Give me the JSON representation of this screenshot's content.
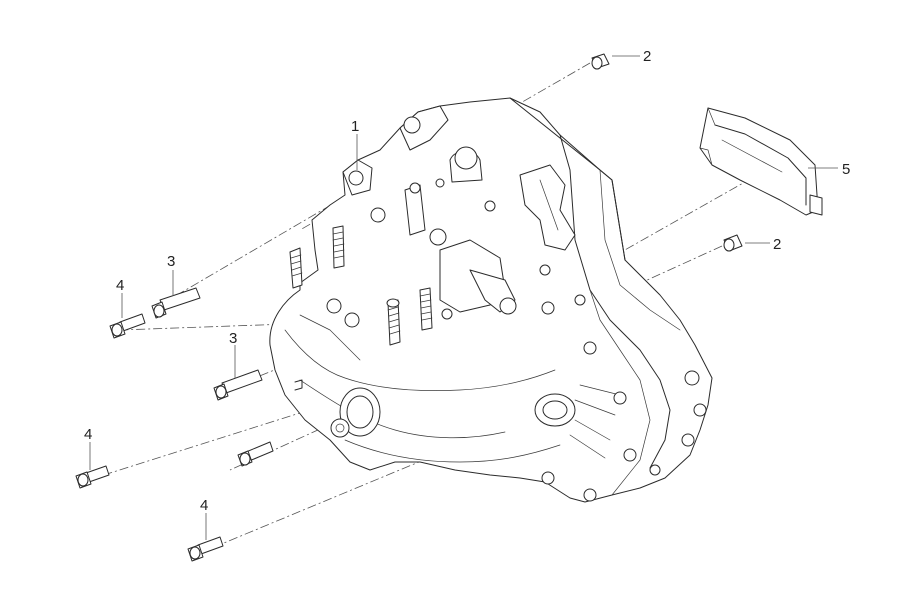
{
  "callouts": [
    {
      "id": "c1",
      "label": "1"
    },
    {
      "id": "c2a",
      "label": "2"
    },
    {
      "id": "c2b",
      "label": "2"
    },
    {
      "id": "c3a",
      "label": "3"
    },
    {
      "id": "c3b",
      "label": "3"
    },
    {
      "id": "c4a",
      "label": "4"
    },
    {
      "id": "c4b",
      "label": "4"
    },
    {
      "id": "c4c",
      "label": "4"
    },
    {
      "id": "c5",
      "label": "5"
    }
  ],
  "colors": {
    "line": "#2b2b2b",
    "background": "#ffffff"
  }
}
